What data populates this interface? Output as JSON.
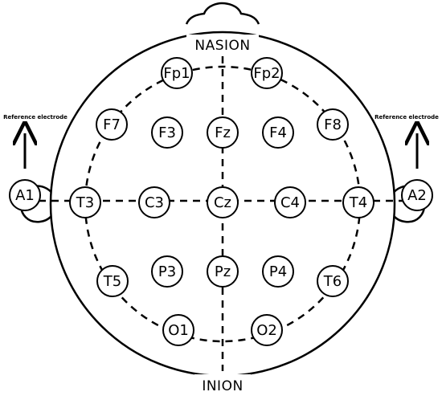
{
  "labels": {
    "nasion": "NASION",
    "inion": "INION",
    "reference_left": "Reference electrode",
    "reference_right": "Reference electrode"
  },
  "electrodes": {
    "Fp1": "Fp1",
    "Fp2": "Fp2",
    "F7": "F7",
    "F3": "F3",
    "Fz": "Fz",
    "F4": "F4",
    "F8": "F8",
    "A1": "A1",
    "T3": "T3",
    "C3": "C3",
    "Cz": "Cz",
    "C4": "C4",
    "T4": "T4",
    "A2": "A2",
    "T5": "T5",
    "P3": "P3",
    "Pz": "Pz",
    "P4": "P4",
    "T6": "T6",
    "O1": "O1",
    "O2": "O2"
  },
  "colors": {
    "stroke": "#000000",
    "background": "#ffffff"
  }
}
